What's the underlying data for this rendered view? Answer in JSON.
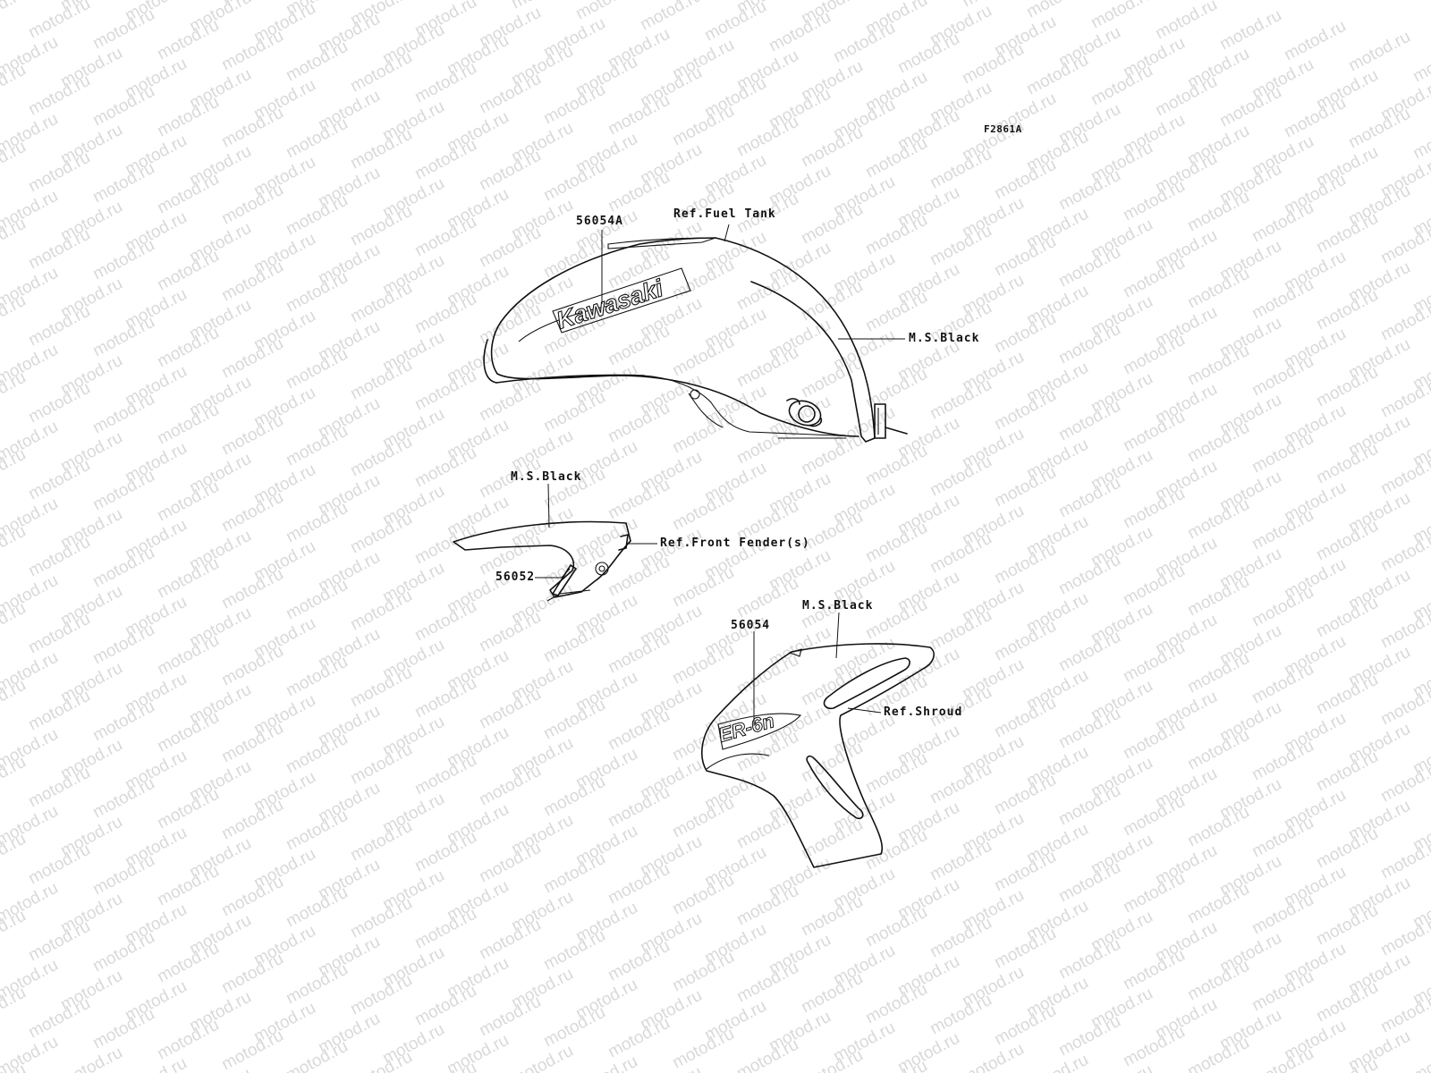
{
  "figure_code": "F2861A",
  "watermark": {
    "text": "motod.ru",
    "color": "#d9d9d9"
  },
  "fuel_tank": {
    "part_number": "56054A",
    "reference": "Ref.Fuel Tank",
    "finish": "M.S.Black",
    "decal_text": "Kawasaki"
  },
  "front_fender": {
    "part_number": "56052",
    "reference": "Ref.Front Fender(s)",
    "finish": "M.S.Black"
  },
  "shroud": {
    "part_number": "56054",
    "reference": "Ref.Shroud",
    "finish": "M.S.Black",
    "decal_text": "ER-6n"
  }
}
